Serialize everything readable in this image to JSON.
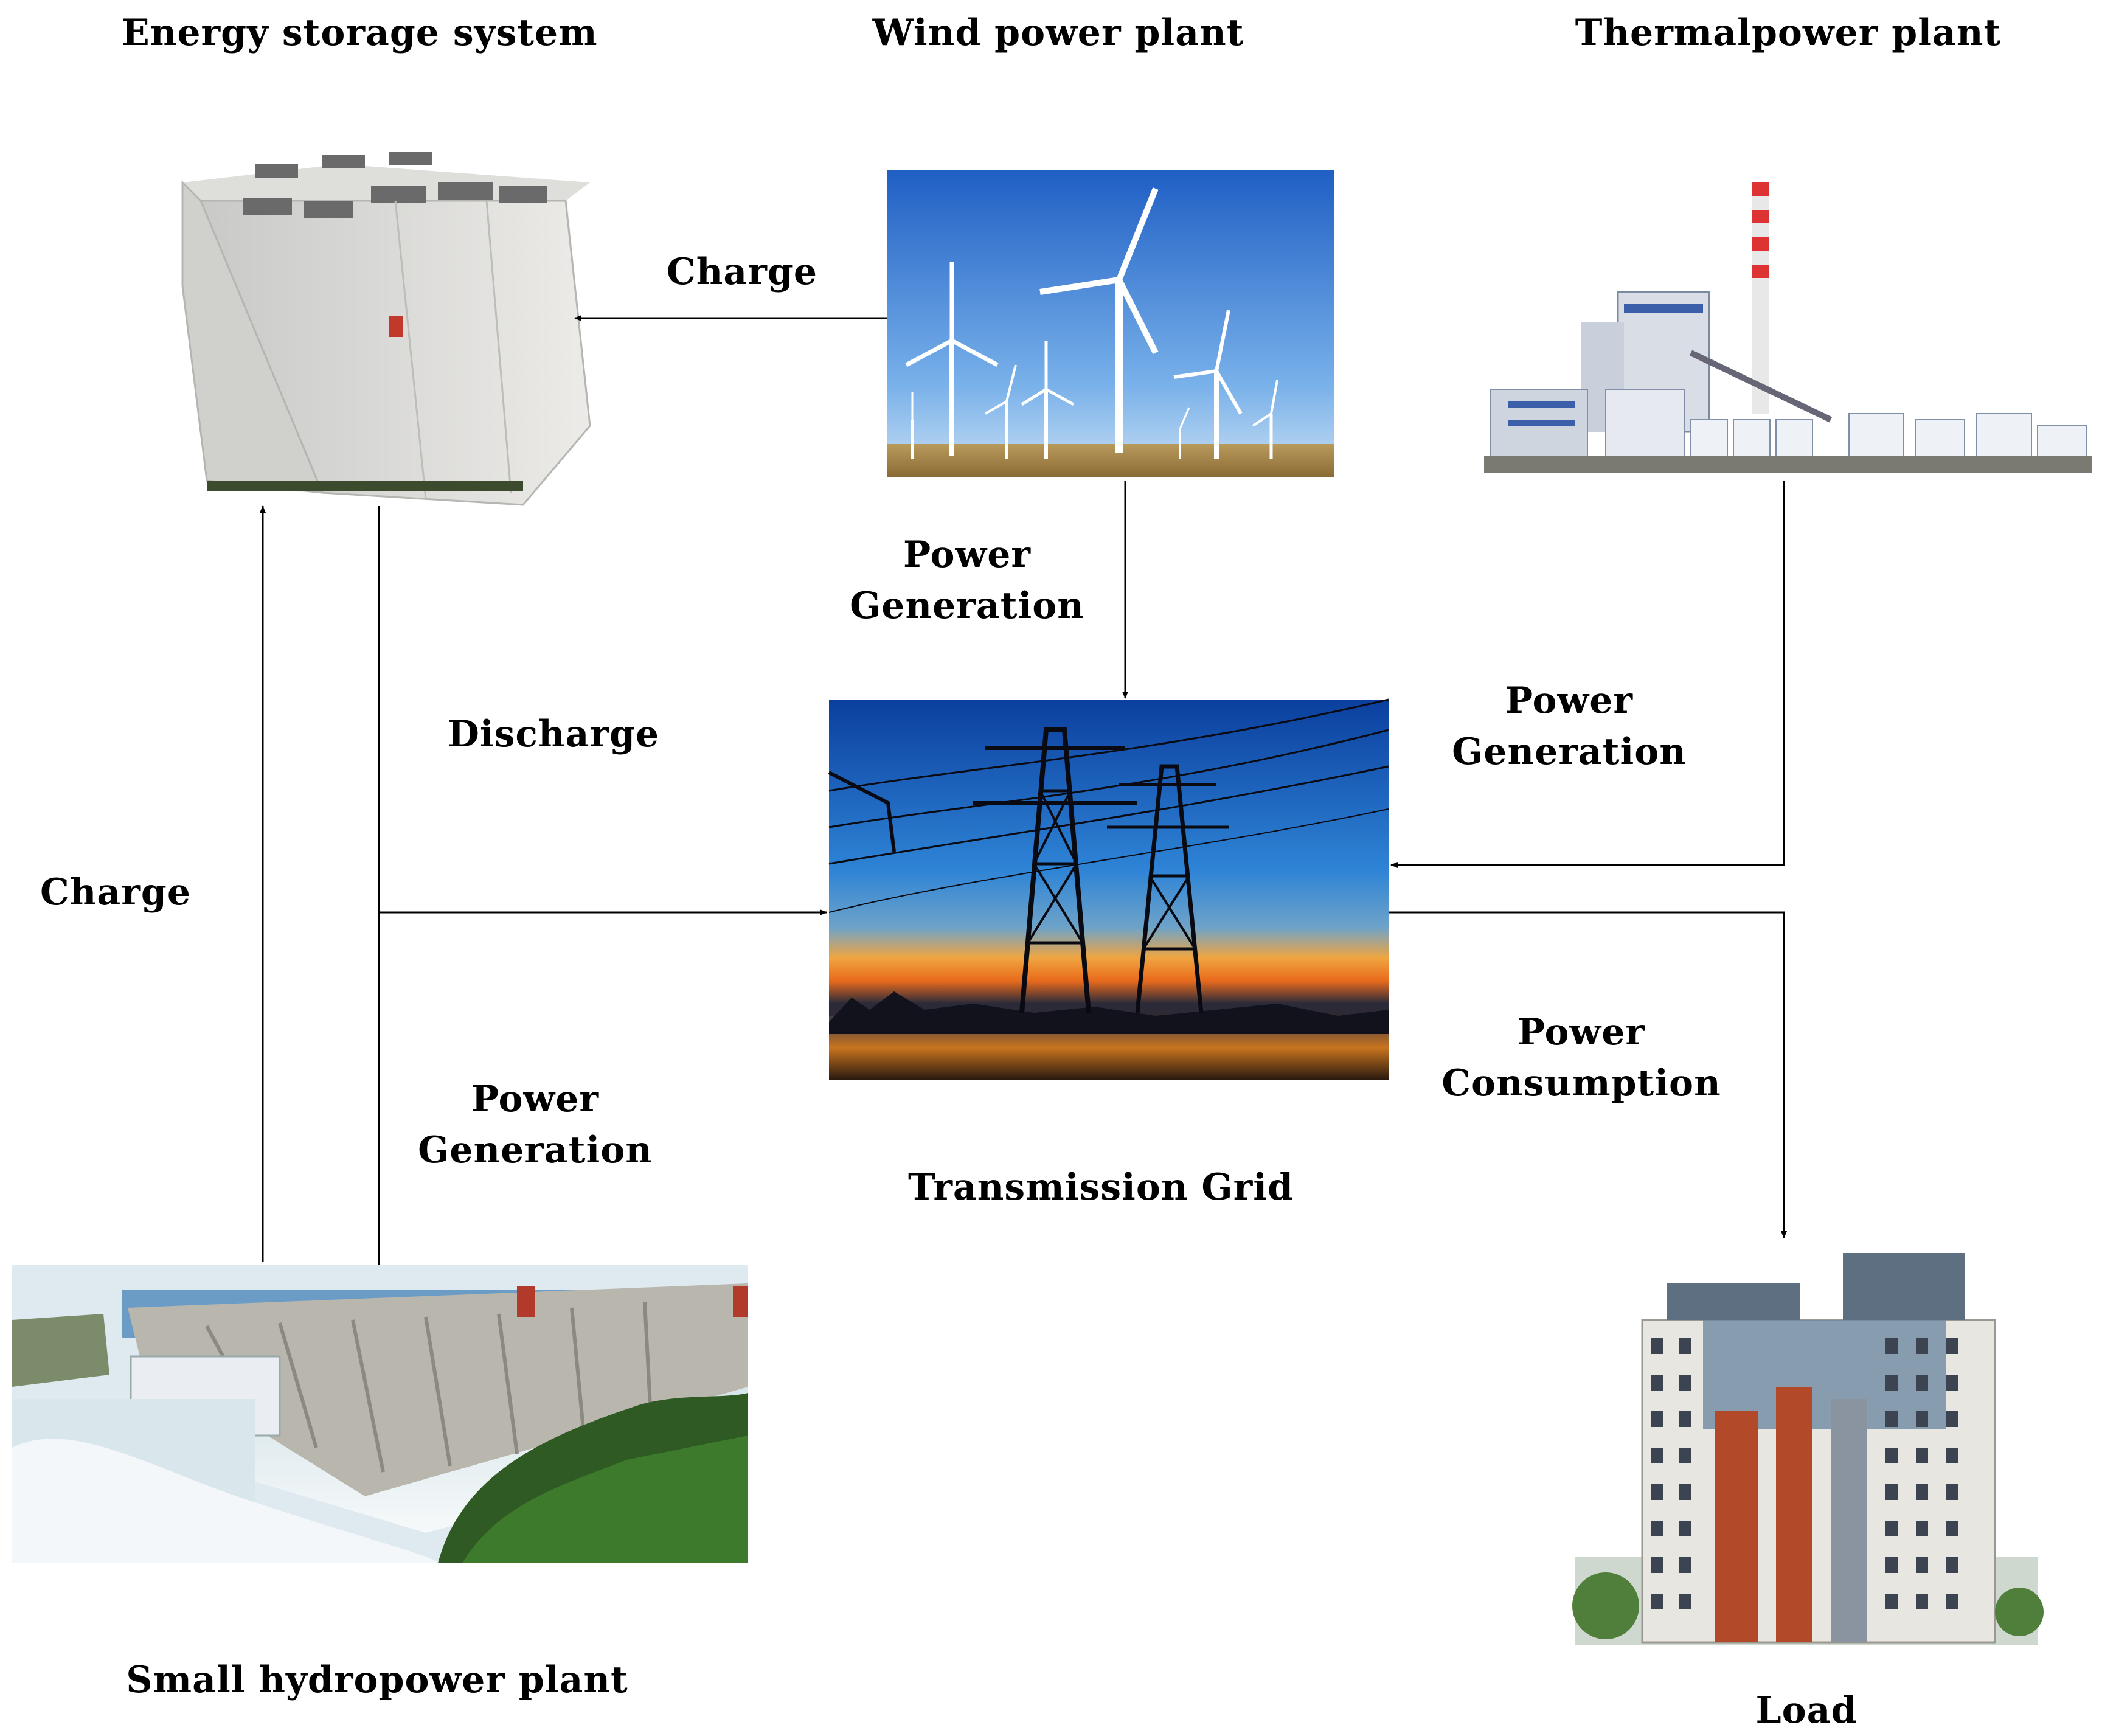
{
  "nodes": {
    "energy_storage": {
      "title": "Energy storage system"
    },
    "wind": {
      "title": "Wind power plant"
    },
    "thermal": {
      "title": "Thermalpower plant"
    },
    "grid": {
      "title": "Transmission Grid"
    },
    "hydro": {
      "title": "Small hydropower plant"
    },
    "load": {
      "title": "Load"
    }
  },
  "edges": {
    "wind_to_storage": "Charge",
    "wind_to_grid": [
      "Power",
      "Generation"
    ],
    "storage_to_grid": "Discharge",
    "thermal_to_grid": [
      "Power",
      "Generation"
    ],
    "hydro_to_storage": "Charge",
    "hydro_to_grid": [
      "Power",
      "Generation"
    ],
    "grid_to_load": [
      "Power",
      "Consumption"
    ]
  }
}
